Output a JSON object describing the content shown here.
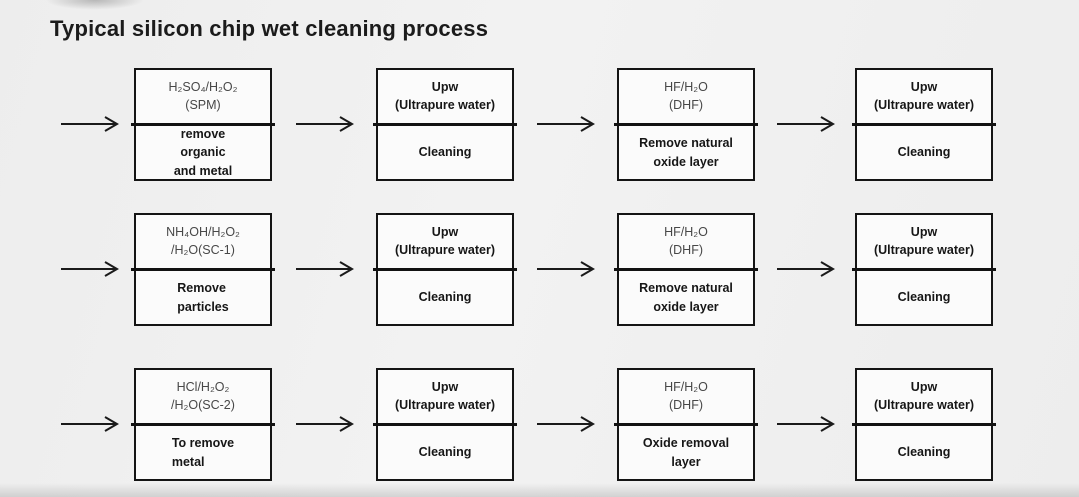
{
  "title": "Typical silicon chip wet cleaning process",
  "colors": {
    "background": "#efefef",
    "box_fill": "#fbfbfb",
    "border": "#141414",
    "text_primary": "#161616",
    "text_chemical": "#474747"
  },
  "icons": {
    "arrow": "right-arrow"
  },
  "rows": [
    {
      "boxes": [
        {
          "top": "H₂SO₄/H₂O₂\n(SPM)",
          "bottom": "remove\norganic\nand metal"
        },
        {
          "top": "Upw\n(Ultrapure water)",
          "bottom": "Cleaning"
        },
        {
          "top": "HF/H₂O\n(DHF)",
          "bottom": "Remove natural\noxide layer"
        },
        {
          "top": "Upw\n(Ultrapure water)",
          "bottom": "Cleaning"
        }
      ]
    },
    {
      "boxes": [
        {
          "top": "NH₄OH/H₂O₂\n/H₂O(SC-1)",
          "bottom": "Remove\nparticles"
        },
        {
          "top": "Upw\n(Ultrapure water)",
          "bottom": "Cleaning"
        },
        {
          "top": "HF/H₂O\n(DHF)",
          "bottom": "Remove natural\noxide layer"
        },
        {
          "top": "Upw\n(Ultrapure water)",
          "bottom": "Cleaning"
        }
      ]
    },
    {
      "boxes": [
        {
          "top": "HCl/H₂O₂\n/H₂O(SC-2)",
          "bottom": "To remove\nmetal"
        },
        {
          "top": "Upw\n(Ultrapure water)",
          "bottom": "Cleaning"
        },
        {
          "top": "HF/H₂O\n(DHF)",
          "bottom": "Oxide removal\nlayer"
        },
        {
          "top": "Upw\n(Ultrapure water)",
          "bottom": "Cleaning"
        }
      ]
    }
  ]
}
